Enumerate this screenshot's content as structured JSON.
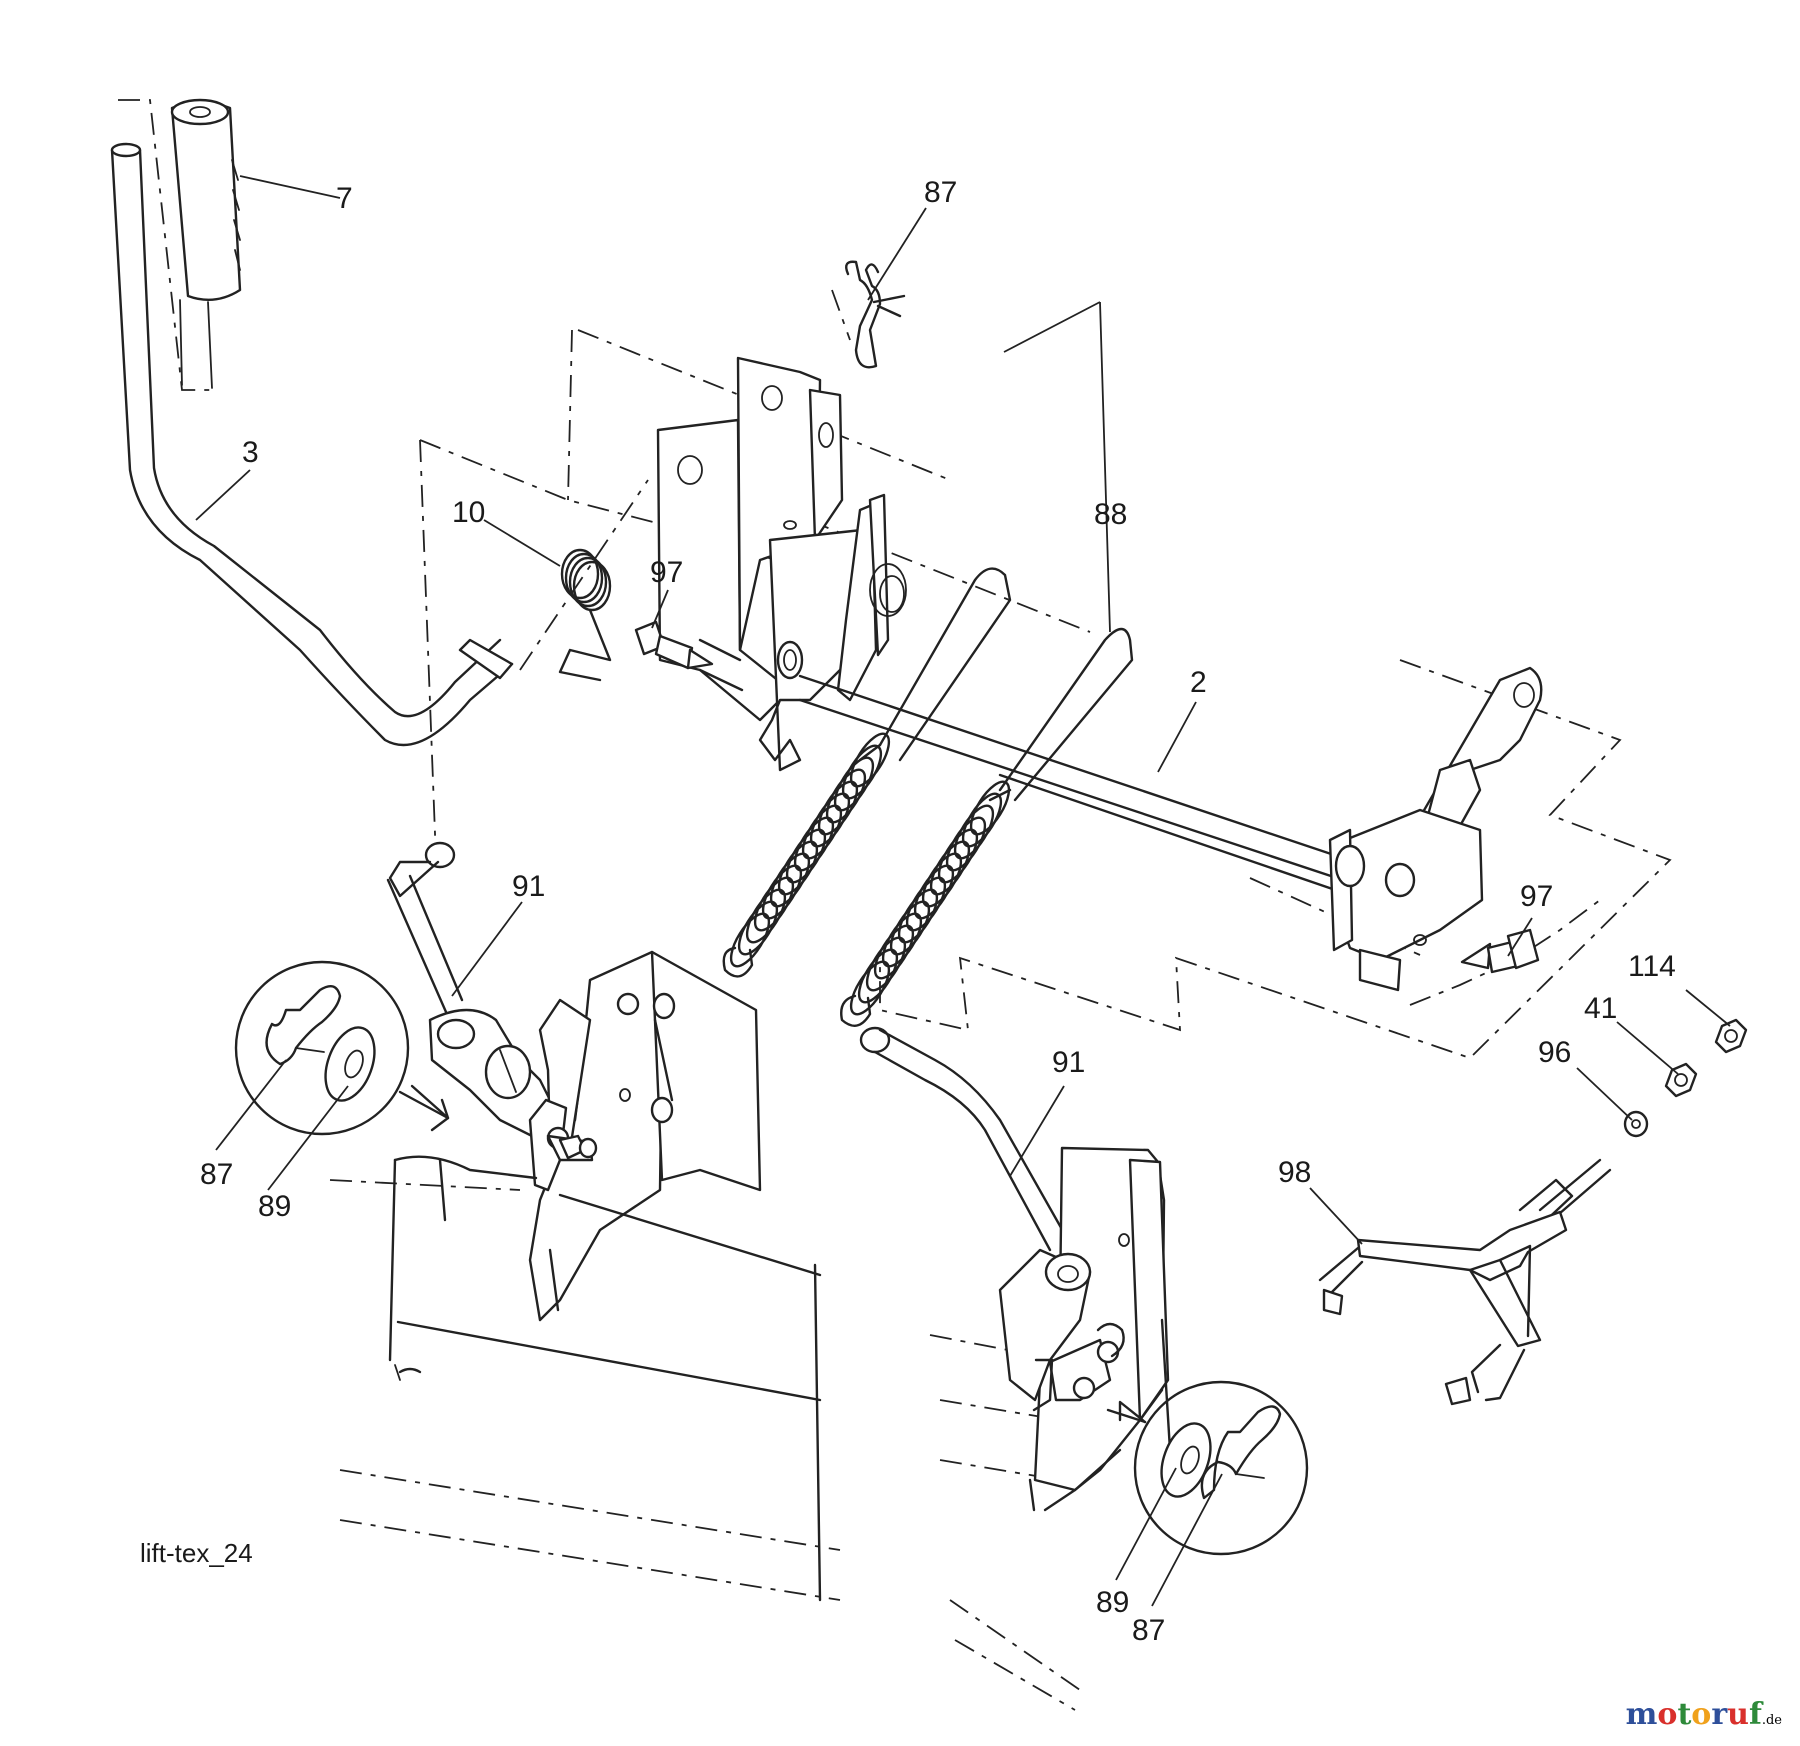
{
  "diagram_code": "lift-tex_24",
  "callouts": {
    "c7": "7",
    "c3": "3",
    "c87_top": "87",
    "c10": "10",
    "c97_left": "97",
    "c88": "88",
    "c2": "2",
    "c91_left": "91",
    "c87_left": "87",
    "c89_left": "89",
    "c97_right": "97",
    "c114": "114",
    "c41": "41",
    "c96": "96",
    "c98": "98",
    "c91_right": "91",
    "c89_right": "89",
    "c87_right": "87"
  },
  "watermark": {
    "brand": "motoruf",
    "suffix": ".de",
    "colors": [
      "#2e4f9a",
      "#d9302c",
      "#2e8a3a",
      "#f0a11c",
      "#2e4f9a",
      "#d9302c",
      "#2e8a3a"
    ]
  },
  "icons": [
    "lever-handle-grip",
    "hairpin-clip",
    "torsion-spring",
    "extension-spring",
    "flat-washer",
    "hex-nut",
    "shoulder-bolt",
    "lift-shaft",
    "pivot-bracket",
    "link-rod"
  ]
}
